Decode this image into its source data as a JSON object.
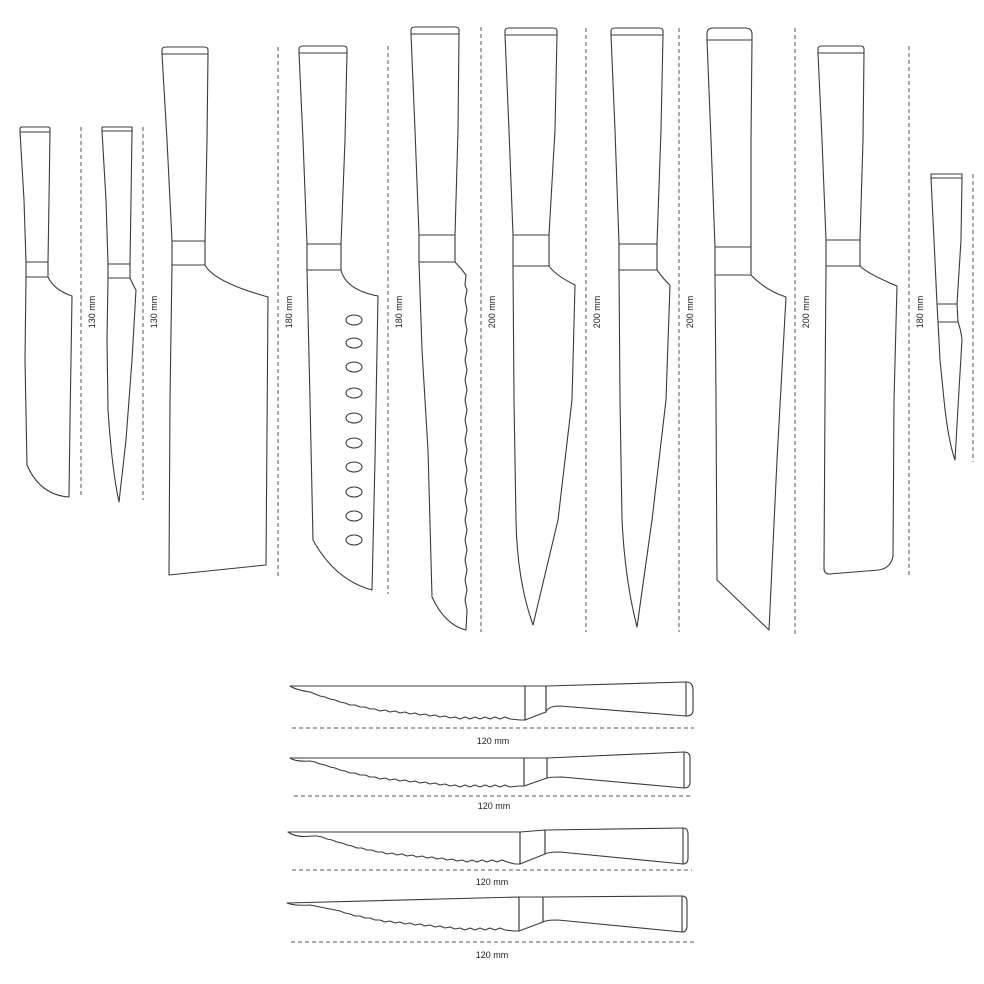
{
  "vertical_knives": [
    {
      "id": "v1",
      "label": "130 mm"
    },
    {
      "id": "v2",
      "label": "130 mm"
    },
    {
      "id": "v3",
      "label": "180 mm"
    },
    {
      "id": "v4",
      "label": "180 mm"
    },
    {
      "id": "v5",
      "label": "200 mm"
    },
    {
      "id": "v6",
      "label": "200 mm"
    },
    {
      "id": "v7",
      "label": "200 mm"
    },
    {
      "id": "v8",
      "label": "200 mm"
    },
    {
      "id": "v9",
      "label": "180 mm"
    }
  ],
  "steak_knives": [
    {
      "id": "h1",
      "label": "120 mm"
    },
    {
      "id": "h2",
      "label": "120 mm"
    },
    {
      "id": "h3",
      "label": "120 mm"
    },
    {
      "id": "h4",
      "label": "120 mm"
    }
  ],
  "colors": {
    "line": "#3a3a3a",
    "background": "#ffffff"
  }
}
